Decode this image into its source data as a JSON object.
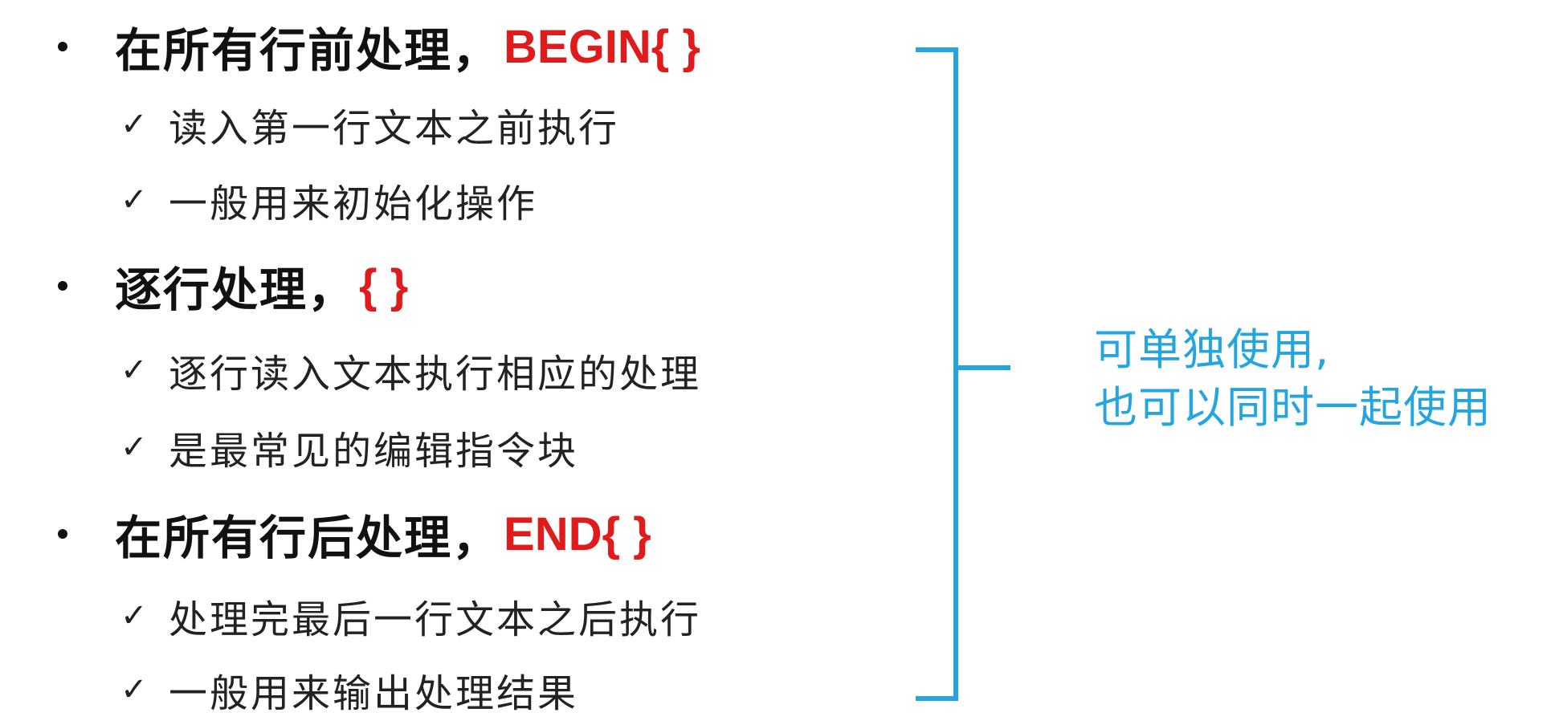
{
  "sections": [
    {
      "heading": "在所有行前处理，",
      "code": "BEGIN{ }",
      "items": [
        "读入第一行文本之前执行",
        "一般用来初始化操作"
      ]
    },
    {
      "heading": "逐行处理，",
      "code": "{ }",
      "items": [
        "逐行读入文本执行相应的处理",
        "是最常见的编辑指令块"
      ]
    },
    {
      "heading": "在所有行后处理，",
      "code": "END{ }",
      "items": [
        "处理完最后一行文本之后执行",
        "一般用来输出处理结果"
      ]
    }
  ],
  "check_symbol": "✓",
  "note": {
    "line1": "可单独使用,",
    "line2": "也可以同时一起使用"
  },
  "colors": {
    "text": "#111111",
    "code": "#e01b1b",
    "accent": "#24a5e0"
  }
}
